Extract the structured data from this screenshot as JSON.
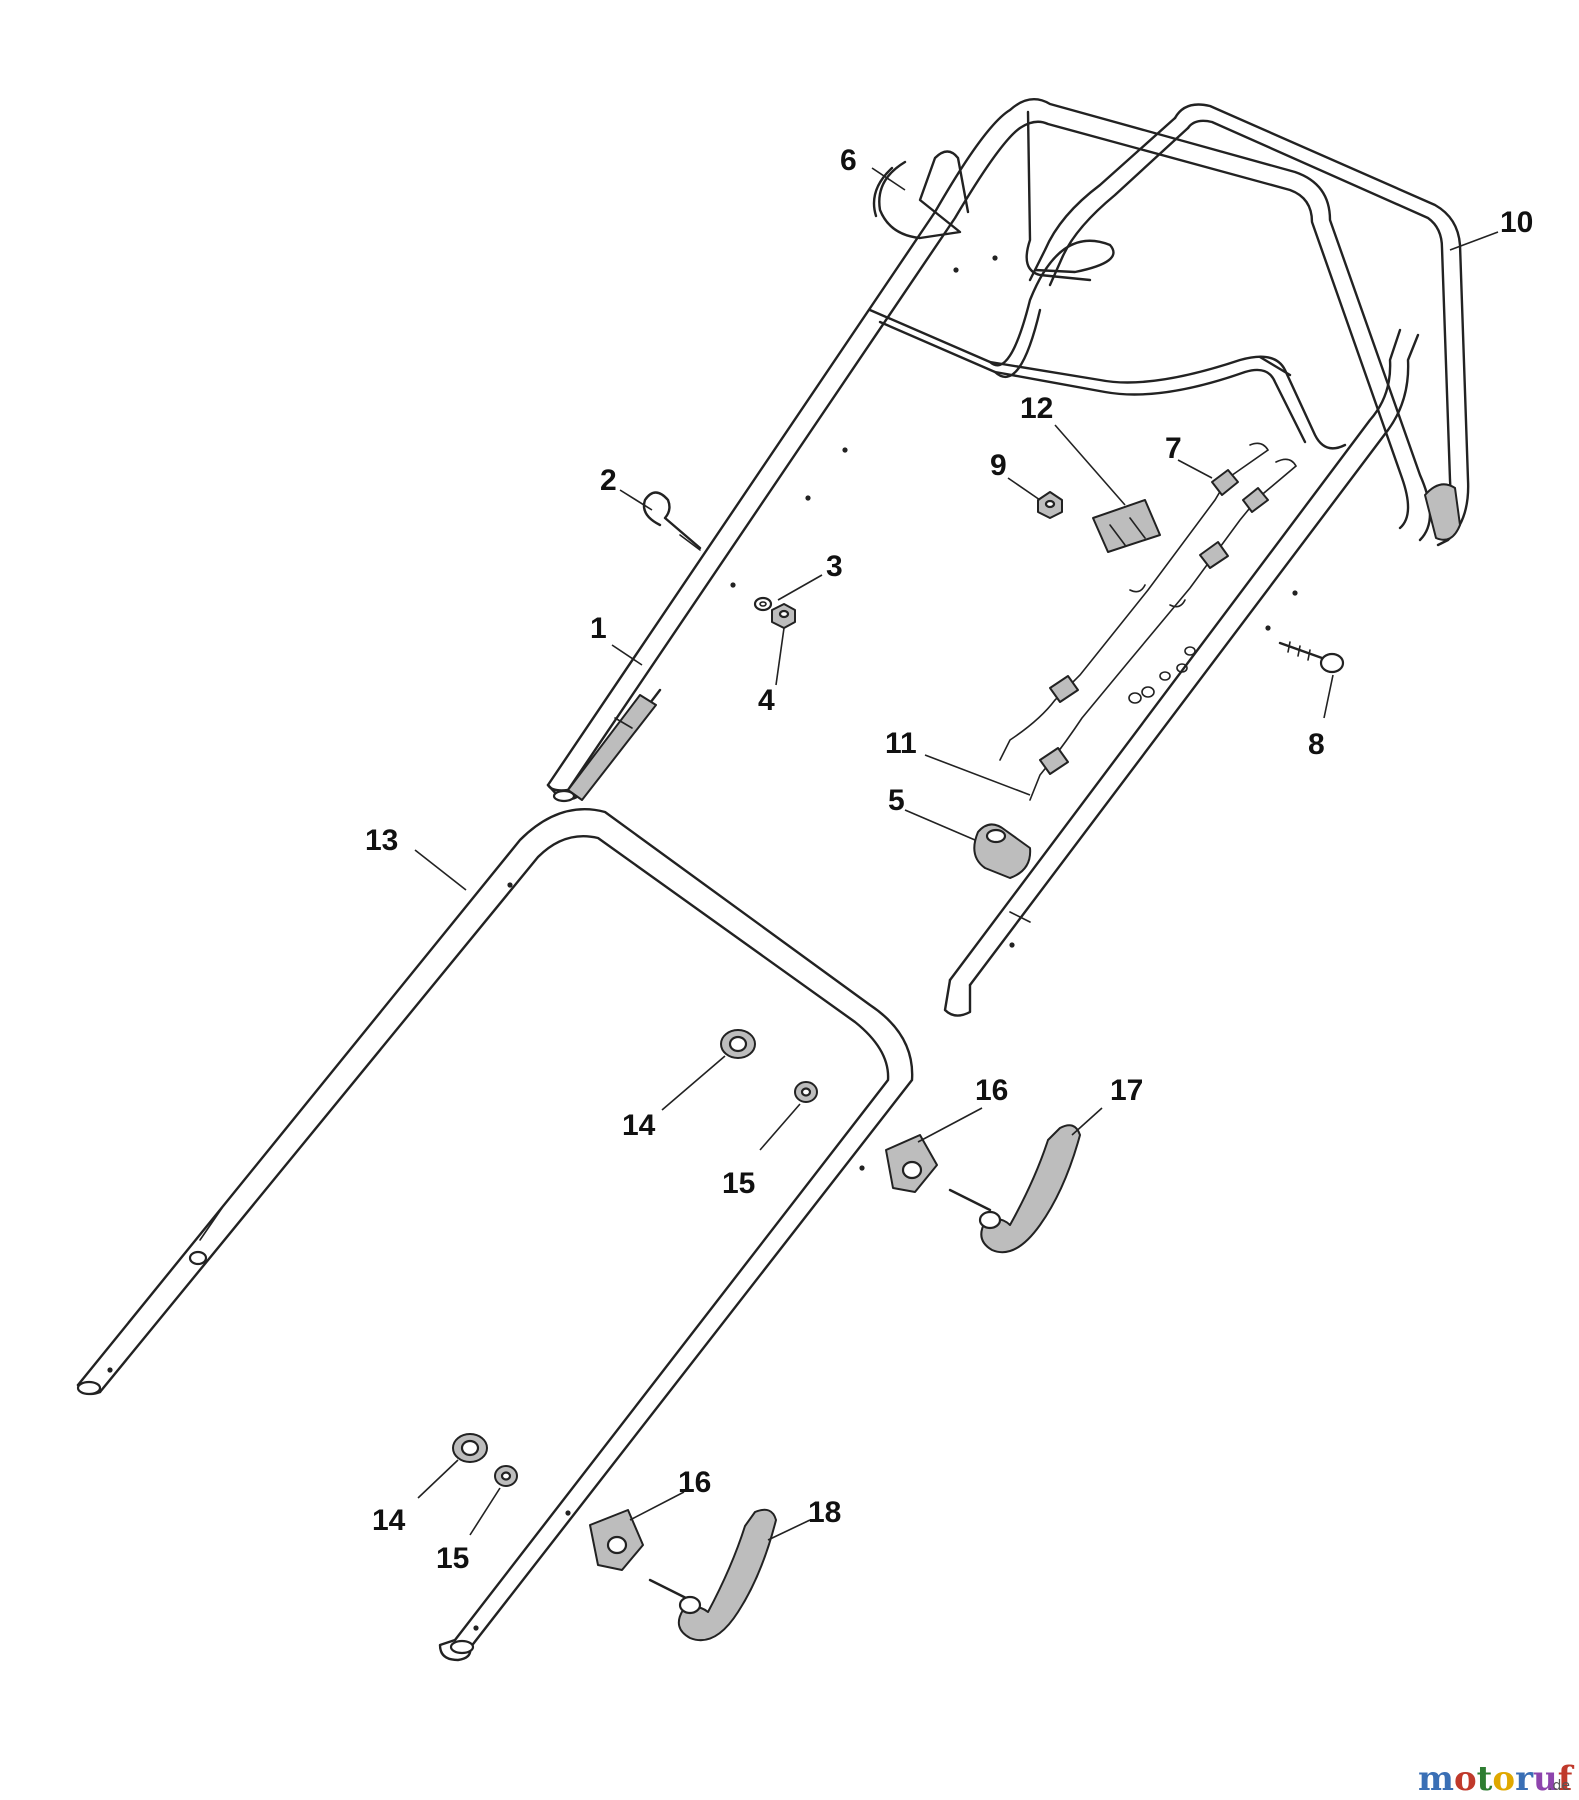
{
  "callouts": {
    "c1": "1",
    "c2": "2",
    "c3": "3",
    "c4": "4",
    "c5": "5",
    "c6": "6",
    "c7": "7",
    "c8": "8",
    "c9": "9",
    "c10": "10",
    "c11": "11",
    "c12": "12",
    "c13": "13",
    "c14a": "14",
    "c14b": "14",
    "c15a": "15",
    "c15b": "15",
    "c16a": "16",
    "c16b": "16",
    "c17": "17",
    "c18": "18"
  },
  "watermark": {
    "letters": [
      "m",
      "o",
      "t",
      "o",
      "r",
      "u",
      "f"
    ],
    "suffix": ".de",
    "colors": [
      "#3a6fb5",
      "#c0392b",
      "#2e7d32",
      "#e0a800",
      "#3a6fb5",
      "#8e44ad",
      "#c0392b"
    ]
  }
}
